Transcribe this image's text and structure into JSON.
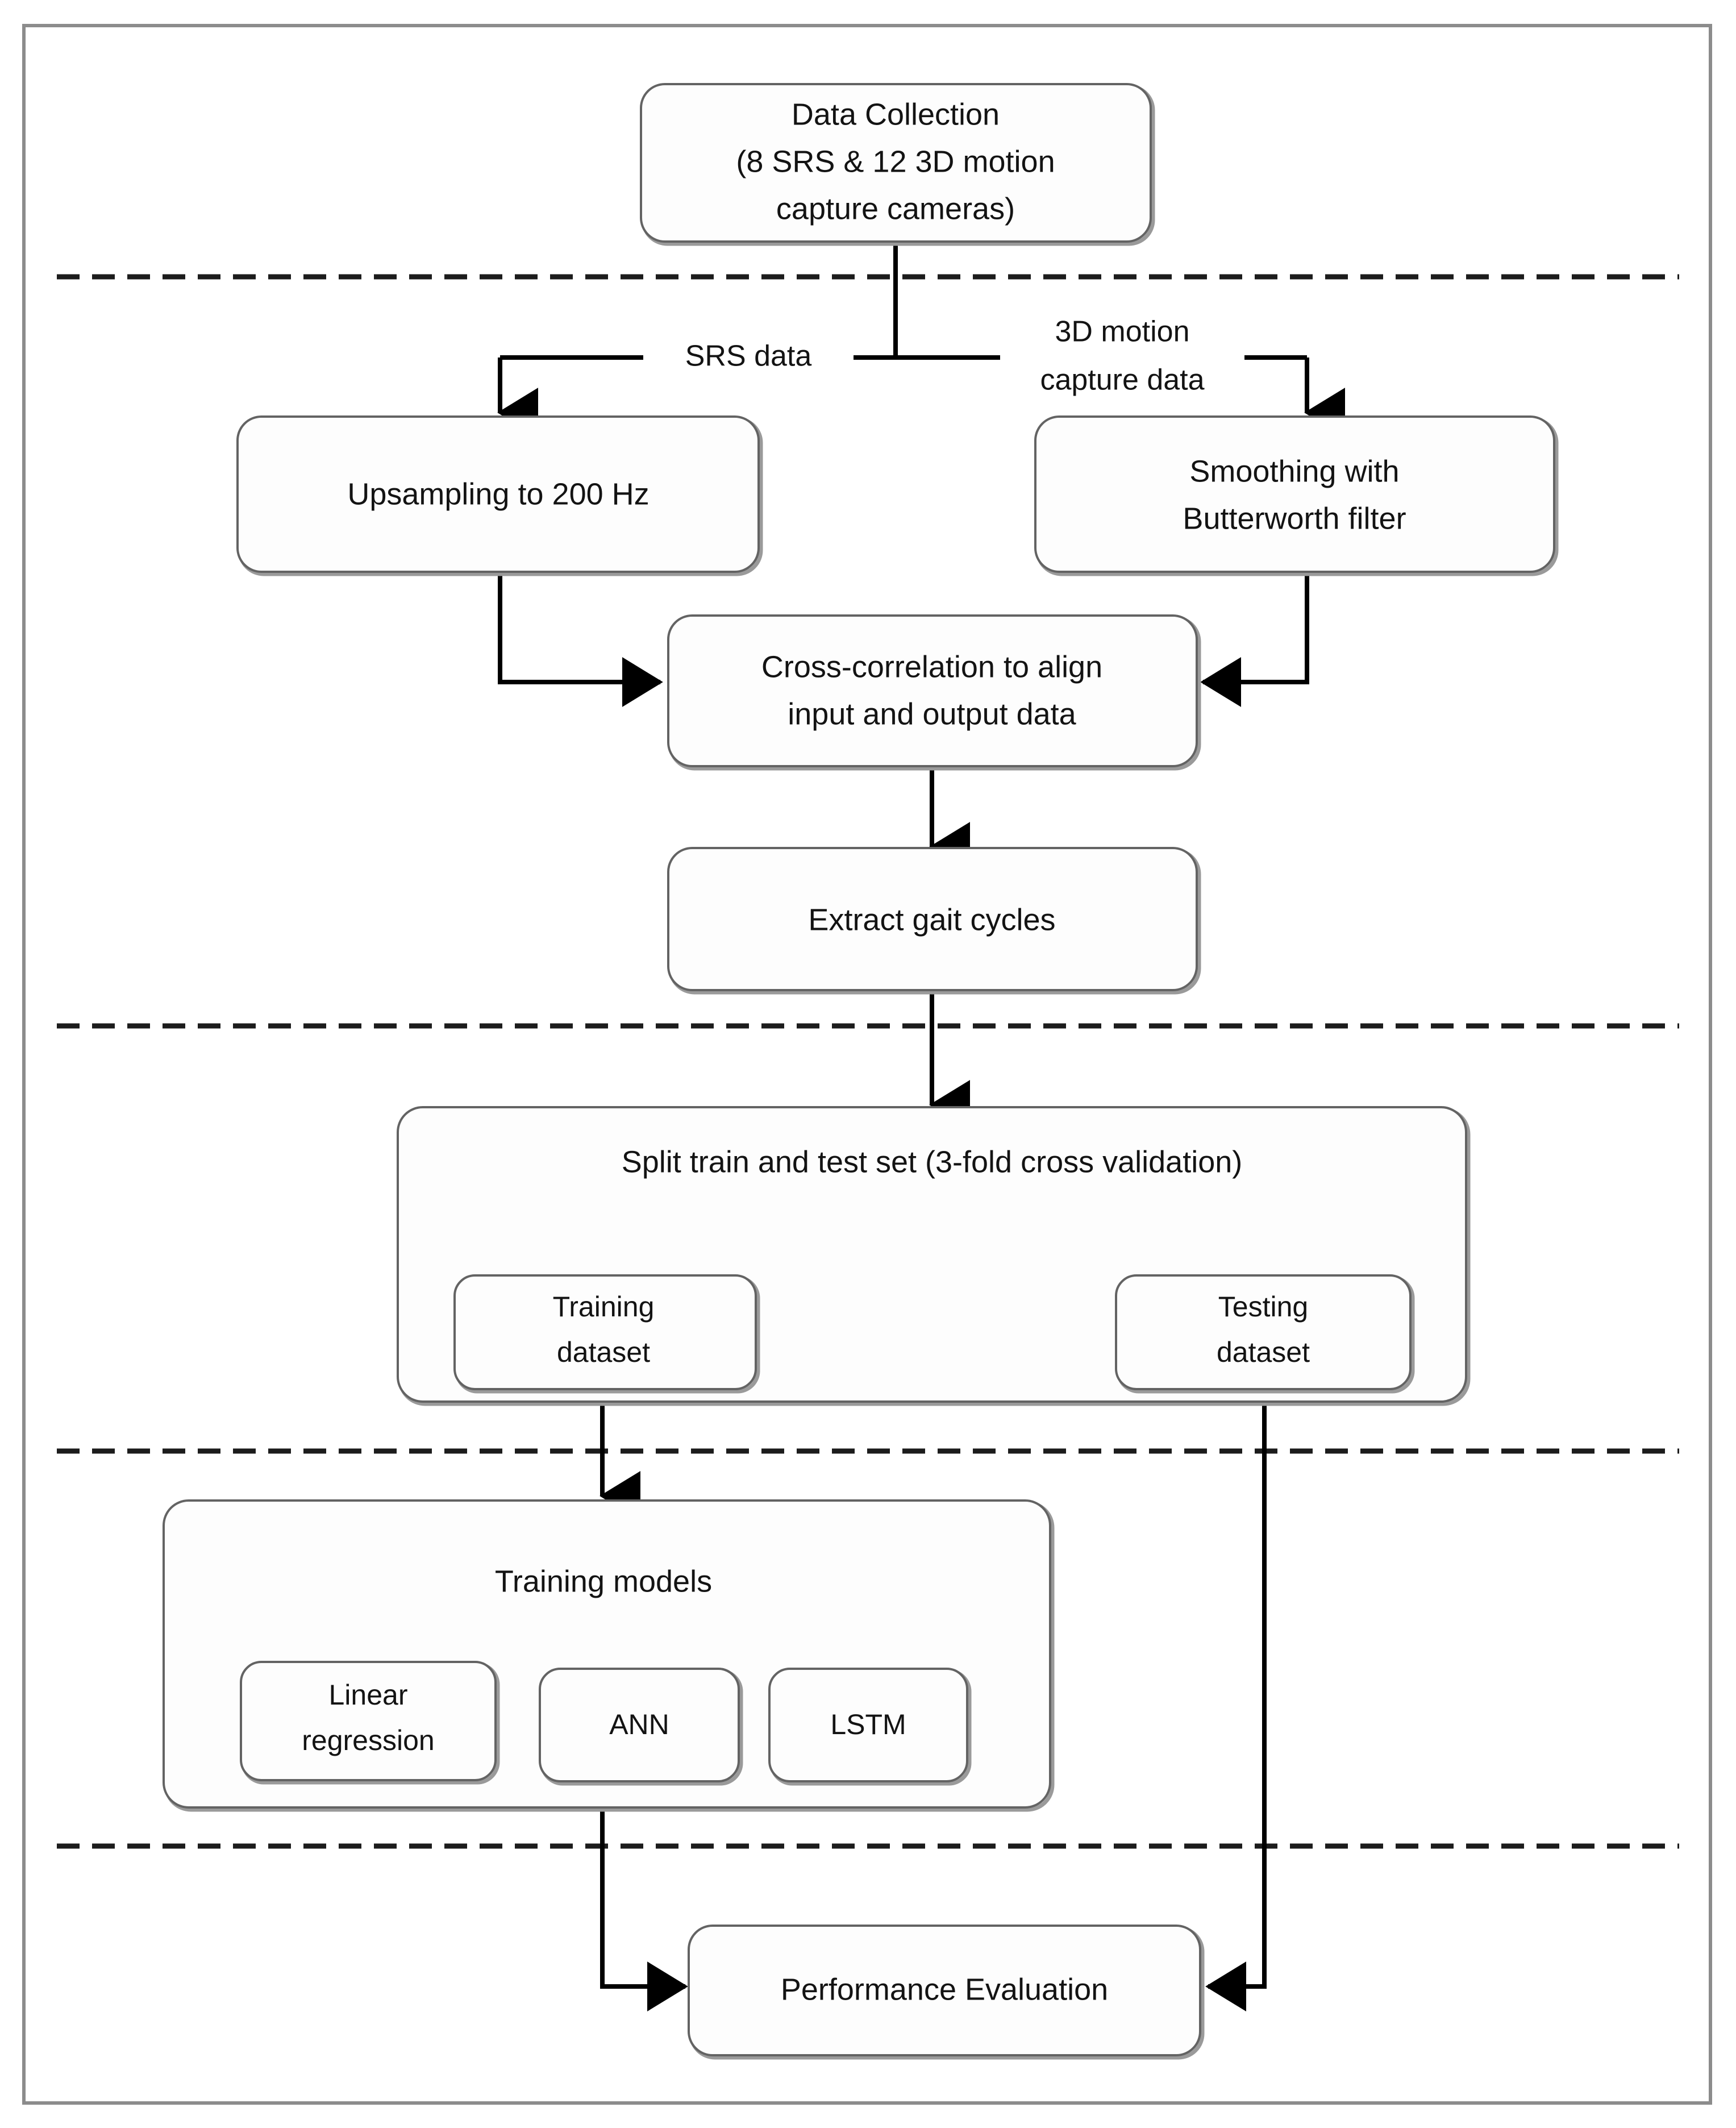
{
  "diagram": {
    "title": "Gait analysis machine learning pipeline flowchart",
    "colors": {
      "background": "#ffffff",
      "node_fill": "#fdfdfd",
      "node_stroke": "#636363",
      "node_shadow": "#9a9a9a",
      "frame_stroke": "#8c8c8c",
      "connector": "#000000",
      "divider": "#1c1c1c",
      "text": "#131313"
    },
    "nodes": {
      "data_collection": {
        "line1": "Data Collection",
        "line2": "(8 SRS & 12 3D motion",
        "line3": "capture cameras)"
      },
      "upsampling": {
        "line1": "Upsampling to 200 Hz"
      },
      "smoothing": {
        "line1": "Smoothing with",
        "line2": "Butterworth filter"
      },
      "cross_correlation": {
        "line1": "Cross-correlation to align",
        "line2": "input and output data"
      },
      "extract_gait": {
        "line1": "Extract gait cycles"
      },
      "split_sets": {
        "line1": "Split train and test set (3-fold cross validation)"
      },
      "training_dataset": {
        "line1": "Training",
        "line2": "dataset"
      },
      "testing_dataset": {
        "line1": "Testing",
        "line2": "dataset"
      },
      "training_models": {
        "line1": "Training models"
      },
      "linear_regression": {
        "line1": "Linear",
        "line2": "regression"
      },
      "ann": {
        "line1": "ANN"
      },
      "lstm": {
        "line1": "LSTM"
      },
      "performance_evaluation": {
        "line1": "Performance Evaluation"
      }
    },
    "edge_labels": {
      "srs_data": "SRS data",
      "motion_capture_line1": "3D motion",
      "motion_capture_line2": "capture data"
    },
    "stage_count": 5,
    "divider_count": 4
  }
}
